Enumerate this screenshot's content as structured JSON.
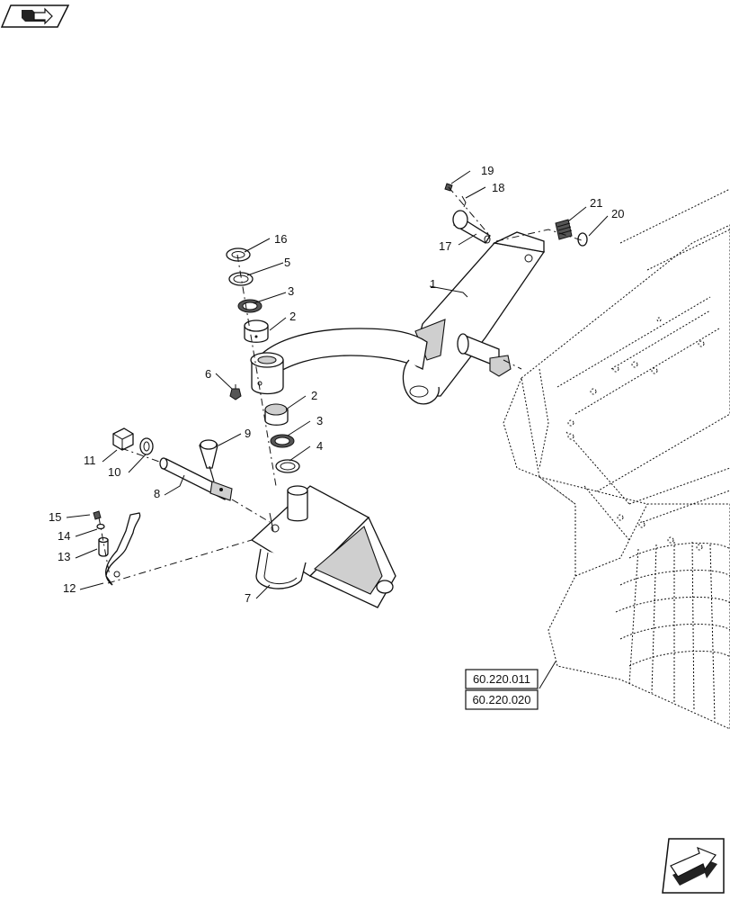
{
  "callouts": {
    "c1": "1",
    "c2a": "2",
    "c2b": "2",
    "c3a": "3",
    "c3b": "3",
    "c4": "4",
    "c5": "5",
    "c6": "6",
    "c7": "7",
    "c8": "8",
    "c9": "9",
    "c10": "10",
    "c11": "11",
    "c12": "12",
    "c13": "13",
    "c14": "14",
    "c15": "15",
    "c16": "16",
    "c17": "17",
    "c18": "18",
    "c19": "19",
    "c20": "20",
    "c21": "21"
  },
  "references": {
    "ref1": "60.220.011",
    "ref2": "60.220.020"
  },
  "icons": {
    "top_left": "section-navigation-icon",
    "bottom_right": "next-page-arrow-icon"
  }
}
